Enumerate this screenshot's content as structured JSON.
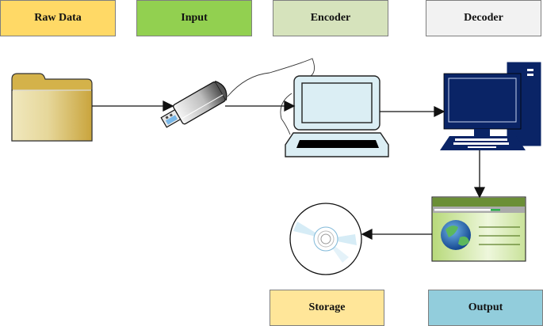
{
  "labels": {
    "raw_data": {
      "text": "Raw Data",
      "color": "#ffd966"
    },
    "input": {
      "text": "Input",
      "color": "#92d050"
    },
    "encoder": {
      "text": "Encoder",
      "color": "#d6e3bc"
    },
    "decoder": {
      "text": "Decoder",
      "color": "#f2f2f2"
    },
    "storage": {
      "text": "Storage",
      "color": "#ffe699"
    },
    "output": {
      "text": "Output",
      "color": "#92cddc"
    }
  },
  "icons": {
    "folder": "folder-icon",
    "usb": "usb-drive-icon",
    "laptop": "laptop-icon",
    "desktop": "desktop-computer-icon",
    "webpage": "web-page-icon",
    "disc": "optical-disc-icon"
  },
  "flow": [
    {
      "from": "Raw Data",
      "to": "Input"
    },
    {
      "from": "Input",
      "to": "Encoder"
    },
    {
      "from": "Encoder",
      "to": "Decoder"
    },
    {
      "from": "Decoder",
      "to": "Output"
    },
    {
      "from": "Output",
      "to": "Storage"
    }
  ]
}
